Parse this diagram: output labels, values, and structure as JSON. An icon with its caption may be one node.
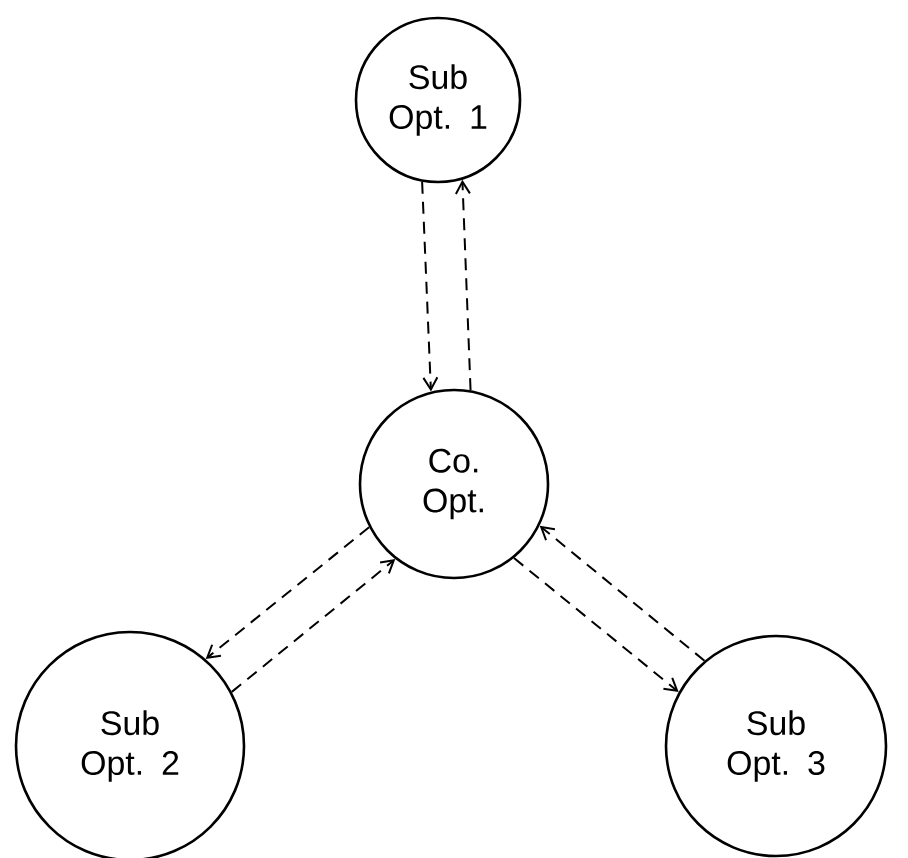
{
  "diagram": {
    "nodes": [
      {
        "text": [
          "Sub Opt. 1"
        ]
      },
      {
        "text": [
          "Co. Opt."
        ]
      },
      {
        "text": [
          "Sub Opt. 2"
        ]
      },
      {
        "text": [
          "Sub Opt. 3"
        ]
      }
    ],
    "edges": [
      {
        "from": 0,
        "to": 1,
        "arrow": "to",
        "style": "dashed"
      },
      {
        "from": 1,
        "to": 0,
        "arrow": "to",
        "style": "dashed"
      },
      {
        "from": 1,
        "to": 2,
        "arrow": "to",
        "style": "dashed"
      },
      {
        "from": 2,
        "to": 1,
        "arrow": "to",
        "style": "dashed"
      },
      {
        "from": 1,
        "to": 3,
        "arrow": "to",
        "style": "dashed"
      },
      {
        "from": 3,
        "to": 1,
        "arrow": "to",
        "style": "dashed"
      }
    ]
  }
}
